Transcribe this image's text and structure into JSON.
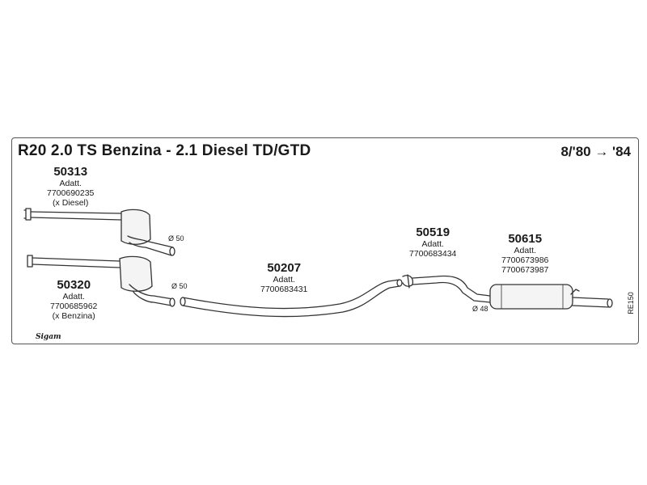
{
  "title": "R20 2.0 TS Benzina - 2.1 Diesel TD/GTD",
  "years": "8/'80 → '84",
  "parts": [
    {
      "number": "50313",
      "lines": [
        "Adatt.",
        "7700690235",
        "(x Diesel)"
      ]
    },
    {
      "number": "50320",
      "lines": [
        "Adatt.",
        "7700685962",
        "(x Benzina)"
      ]
    },
    {
      "number": "50207",
      "lines": [
        "Adatt.",
        "7700683431"
      ]
    },
    {
      "number": "50519",
      "lines": [
        "Adatt.",
        "7700683434"
      ]
    },
    {
      "number": "50615",
      "lines": [
        "Adatt.",
        "7700673986",
        "7700673987"
      ]
    }
  ],
  "diameters": [
    "Ø 50",
    "Ø 50",
    "Ø 48"
  ],
  "code": "RE150",
  "logo": "Sigam"
}
